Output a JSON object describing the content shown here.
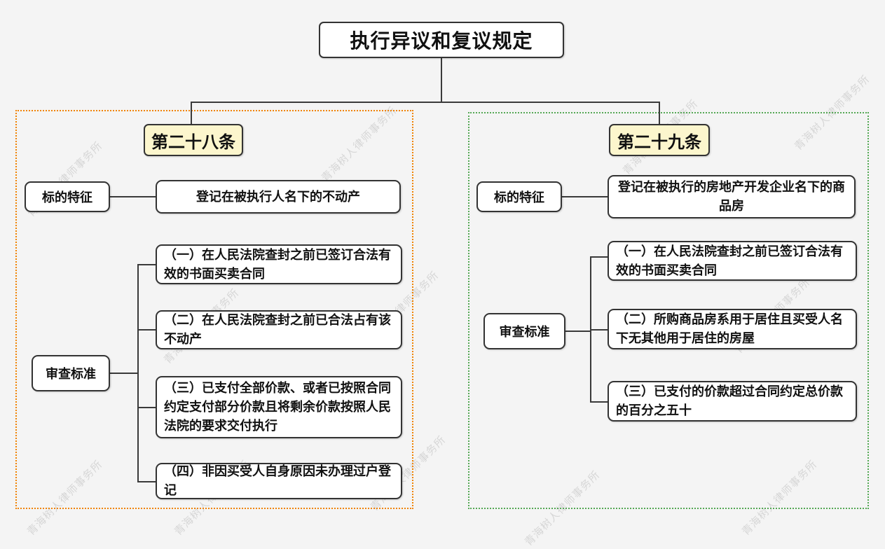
{
  "title": "执行异议和复议规定",
  "watermark": "青海树人律师事务所",
  "colors": {
    "background": "#f4f4f4",
    "node_border": "#333333",
    "article_fill": "#fcf6cd",
    "left_group_border": "#f08300",
    "right_group_border": "#55a855"
  },
  "branches": [
    {
      "header": "第二十八条",
      "feature_label": "标的特征",
      "feature_text": "登记在被执行人名下的不动产",
      "criteria_label": "审查标准",
      "criteria": [
        "（一）在人民法院查封之前已签订合法有效的书面买卖合同",
        "（二）在人民法院查封之前已合法占有该不动产",
        "（三）已支付全部价款、或者已按照合同约定支付部分价款且将剩余价款按照人民法院的要求交付执行",
        "（四）非因买受人自身原因未办理过户登记"
      ]
    },
    {
      "header": "第二十九条",
      "feature_label": "标的特征",
      "feature_text": "登记在被执行的房地产开发企业名下的商品房",
      "criteria_label": "审查标准",
      "criteria": [
        "（一）在人民法院查封之前已签订合法有效的书面买卖合同",
        "（二）所购商品房系用于居住且买受人名下无其他用于居住的房屋",
        "（三）已支付的价款超过合同约定总价款的百分之五十"
      ]
    }
  ]
}
